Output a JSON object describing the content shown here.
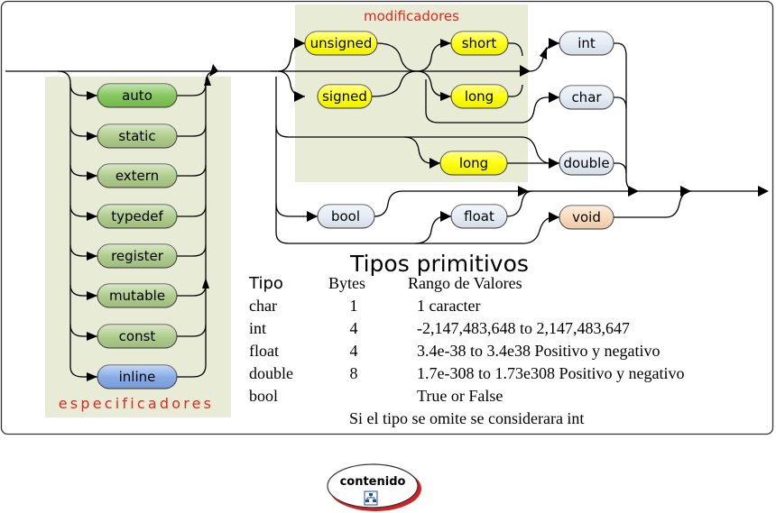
{
  "colors": {
    "frame": "#333333",
    "panel": "#e8ecd7",
    "green_dark": "#7dc352",
    "green_light": "#aac985",
    "blue": "#7fa6e6",
    "yellow": "#ffff00",
    "type_box": "#e4ebf5",
    "void_box": "#f9d7b5",
    "section_label": "#e1261c"
  },
  "labels": {
    "modificadores": "modificadores",
    "especificadores": "especificadores"
  },
  "specifiers": [
    {
      "label": "auto",
      "color": "green_dark"
    },
    {
      "label": "static",
      "color": "green_light"
    },
    {
      "label": "extern",
      "color": "green_light"
    },
    {
      "label": "typedef",
      "color": "green_light"
    },
    {
      "label": "register",
      "color": "green_light"
    },
    {
      "label": "mutable",
      "color": "green_light"
    },
    {
      "label": "const",
      "color": "green_light"
    },
    {
      "label": "inline",
      "color": "blue"
    }
  ],
  "modifiers": {
    "unsigned": "unsigned",
    "signed": "signed",
    "short": "short",
    "long": "long",
    "long2": "long"
  },
  "types": {
    "int": "int",
    "char": "char",
    "double": "double",
    "bool": "bool",
    "float": "float",
    "void": "void"
  },
  "table": {
    "title": "Tipos primitivos",
    "headers": [
      "Tipo",
      "Bytes",
      "Rango de Valores"
    ],
    "rows": [
      [
        "char",
        "1",
        "1 caracter"
      ],
      [
        "int",
        "4",
        "-2,147,483,648 to 2,147,483,647"
      ],
      [
        "float",
        "4",
        "3.4e-38 to 3.4e38 Positivo y negativo"
      ],
      [
        "double",
        "8",
        "1.7e-308 to 1.73e308 Positivo y negativo"
      ],
      [
        "bool",
        "",
        "True or False"
      ]
    ],
    "note": "Si el tipo se omite se considerara int"
  },
  "nav": {
    "contenido_label": "contenido",
    "sitemap_icon": "sitemap-icon"
  }
}
